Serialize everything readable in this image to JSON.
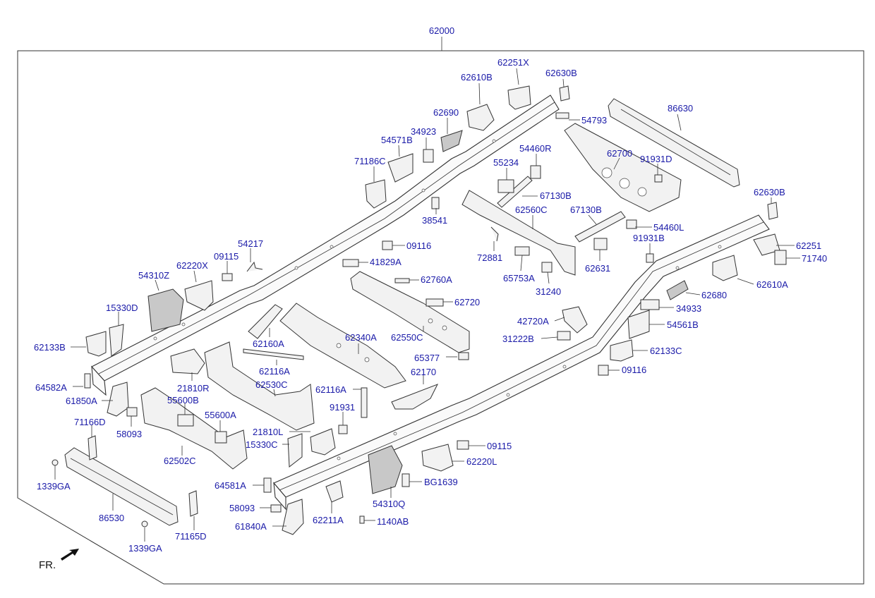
{
  "assembly_label": "62000",
  "direction_label": "FR.",
  "labels": [
    {
      "id": "62251X",
      "text": "62251X"
    },
    {
      "id": "62610B",
      "text": "62610B"
    },
    {
      "id": "62630B_top",
      "text": "62630B"
    },
    {
      "id": "62690",
      "text": "62690"
    },
    {
      "id": "34923",
      "text": "34923"
    },
    {
      "id": "54571B",
      "text": "54571B"
    },
    {
      "id": "71186C",
      "text": "71186C"
    },
    {
      "id": "54793",
      "text": "54793"
    },
    {
      "id": "86630",
      "text": "86630"
    },
    {
      "id": "54460R",
      "text": "54460R"
    },
    {
      "id": "55234",
      "text": "55234"
    },
    {
      "id": "62700",
      "text": "62700"
    },
    {
      "id": "91931D",
      "text": "91931D"
    },
    {
      "id": "67130B_a",
      "text": "67130B"
    },
    {
      "id": "62630B_right",
      "text": "62630B"
    },
    {
      "id": "38541",
      "text": "38541"
    },
    {
      "id": "62560C",
      "text": "62560C"
    },
    {
      "id": "67130B_b",
      "text": "67130B"
    },
    {
      "id": "54460L",
      "text": "54460L"
    },
    {
      "id": "91931B",
      "text": "91931B"
    },
    {
      "id": "62251",
      "text": "62251"
    },
    {
      "id": "71740",
      "text": "71740"
    },
    {
      "id": "09116_top",
      "text": "09116"
    },
    {
      "id": "54217",
      "text": "54217"
    },
    {
      "id": "09115_top",
      "text": "09115"
    },
    {
      "id": "62220X",
      "text": "62220X"
    },
    {
      "id": "41829A",
      "text": "41829A"
    },
    {
      "id": "72881",
      "text": "72881"
    },
    {
      "id": "62631",
      "text": "62631"
    },
    {
      "id": "65753A",
      "text": "65753A"
    },
    {
      "id": "31240",
      "text": "31240"
    },
    {
      "id": "62610A",
      "text": "62610A"
    },
    {
      "id": "54310Z",
      "text": "54310Z"
    },
    {
      "id": "62760A",
      "text": "62760A"
    },
    {
      "id": "62720",
      "text": "62720"
    },
    {
      "id": "62680",
      "text": "62680"
    },
    {
      "id": "15330D",
      "text": "15330D"
    },
    {
      "id": "34933",
      "text": "34933"
    },
    {
      "id": "42720A",
      "text": "42720A"
    },
    {
      "id": "54561B",
      "text": "54561B"
    },
    {
      "id": "62133B",
      "text": "62133B"
    },
    {
      "id": "62160A",
      "text": "62160A"
    },
    {
      "id": "62340A",
      "text": "62340A"
    },
    {
      "id": "62550C",
      "text": "62550C"
    },
    {
      "id": "31222B",
      "text": "31222B"
    },
    {
      "id": "62133C",
      "text": "62133C"
    },
    {
      "id": "62116A_a",
      "text": "62116A"
    },
    {
      "id": "65377",
      "text": "65377"
    },
    {
      "id": "09116_right",
      "text": "09116"
    },
    {
      "id": "64582A",
      "text": "64582A"
    },
    {
      "id": "21810R",
      "text": "21810R"
    },
    {
      "id": "62530C",
      "text": "62530C"
    },
    {
      "id": "62170",
      "text": "62170"
    },
    {
      "id": "61850A",
      "text": "61850A"
    },
    {
      "id": "55600B",
      "text": "55600B"
    },
    {
      "id": "62116A_b",
      "text": "62116A"
    },
    {
      "id": "91931",
      "text": "91931"
    },
    {
      "id": "71166D",
      "text": "71166D"
    },
    {
      "id": "58093_a",
      "text": "58093"
    },
    {
      "id": "55600A",
      "text": "55600A"
    },
    {
      "id": "21810L",
      "text": "21810L"
    },
    {
      "id": "15330C",
      "text": "15330C"
    },
    {
      "id": "09115_bottom",
      "text": "09115"
    },
    {
      "id": "62502C",
      "text": "62502C"
    },
    {
      "id": "62220L",
      "text": "62220L"
    },
    {
      "id": "1339GA_a",
      "text": "1339GA"
    },
    {
      "id": "64581A",
      "text": "64581A"
    },
    {
      "id": "BG1639",
      "text": "BG1639"
    },
    {
      "id": "54310Q",
      "text": "54310Q"
    },
    {
      "id": "58093_b",
      "text": "58093"
    },
    {
      "id": "86530",
      "text": "86530"
    },
    {
      "id": "62211A",
      "text": "62211A"
    },
    {
      "id": "1140AB",
      "text": "1140AB"
    },
    {
      "id": "61840A",
      "text": "61840A"
    },
    {
      "id": "1339GA_b",
      "text": "1339GA"
    },
    {
      "id": "71165D",
      "text": "71165D"
    }
  ]
}
